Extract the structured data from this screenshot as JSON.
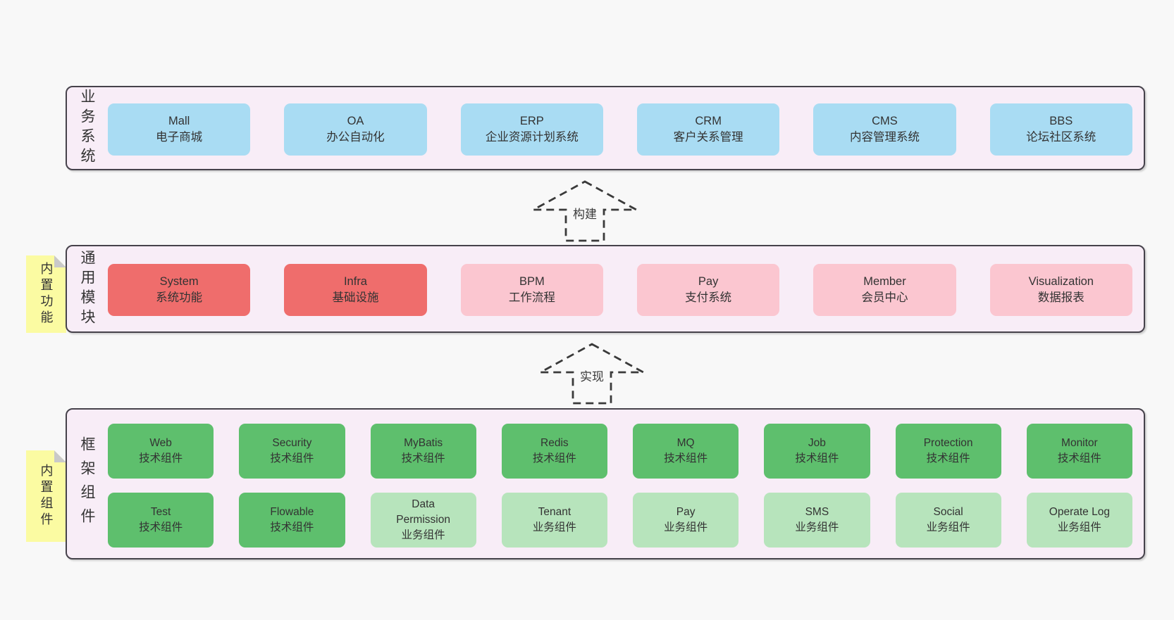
{
  "colors": {
    "page_bg": "#f8f8f8",
    "band_bg": "#f8edf7",
    "band_border": "#46424b",
    "node_blue": "#a9dcf3",
    "node_red": "#ef6d6c",
    "node_pink": "#fbc6d0",
    "node_green": "#5ebf6d",
    "node_green_light": "#b7e4bc",
    "sticky_yellow": "#fbfba2",
    "sticky_fold_gray": "#c9c9c9",
    "text": "#333333"
  },
  "arrows": [
    {
      "label": "构建"
    },
    {
      "label": "实现"
    }
  ],
  "bands": [
    {
      "label": "业务系统",
      "boxes": [
        {
          "en": "Mall",
          "zh": "电子商城"
        },
        {
          "en": "OA",
          "zh": "办公自动化"
        },
        {
          "en": "ERP",
          "zh": "企业资源计划系统"
        },
        {
          "en": "CRM",
          "zh": "客户关系管理"
        },
        {
          "en": "CMS",
          "zh": "内容管理系统"
        },
        {
          "en": "BBS",
          "zh": "论坛社区系统"
        }
      ]
    },
    {
      "label": "通用模块",
      "sticky": "内置功能",
      "boxes": [
        {
          "en": "System",
          "zh": "系统功能"
        },
        {
          "en": "Infra",
          "zh": "基础设施"
        },
        {
          "en": "BPM",
          "zh": "工作流程"
        },
        {
          "en": "Pay",
          "zh": "支付系统"
        },
        {
          "en": "Member",
          "zh": "会员中心"
        },
        {
          "en": "Visualization",
          "zh": "数据报表"
        }
      ]
    },
    {
      "label": "框架组件",
      "sticky": "内置组件",
      "boxes": [
        {
          "en": "Web",
          "zh": "技术组件"
        },
        {
          "en": "Security",
          "zh": "技术组件"
        },
        {
          "en": "MyBatis",
          "zh": "技术组件"
        },
        {
          "en": "Redis",
          "zh": "技术组件"
        },
        {
          "en": "MQ",
          "zh": "技术组件"
        },
        {
          "en": "Job",
          "zh": "技术组件"
        },
        {
          "en": "Protection",
          "zh": "技术组件"
        },
        {
          "en": "Monitor",
          "zh": "技术组件"
        },
        {
          "en": "Test",
          "zh": "技术组件"
        },
        {
          "en": "Flowable",
          "zh": "技术组件"
        },
        {
          "en": "Data Permission",
          "zh": "业务组件"
        },
        {
          "en": "Tenant",
          "zh": "业务组件"
        },
        {
          "en": "Pay",
          "zh": "业务组件"
        },
        {
          "en": "SMS",
          "zh": "业务组件"
        },
        {
          "en": "Social",
          "zh": "业务组件"
        },
        {
          "en": "Operate Log",
          "zh": "业务组件"
        }
      ]
    }
  ]
}
